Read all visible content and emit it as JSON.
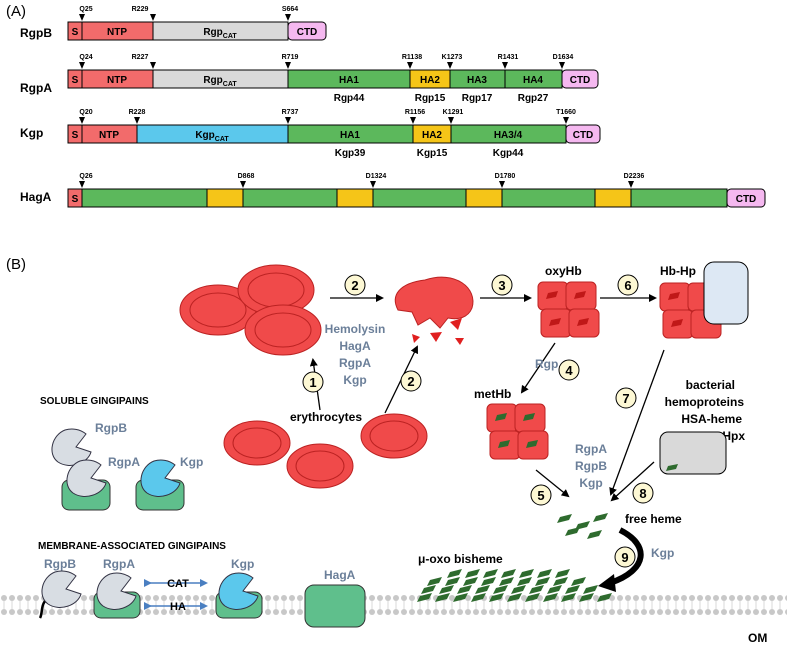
{
  "panel_a": {
    "label": "(A)",
    "proteins": [
      {
        "name": "RgpB",
        "sites": [
          "Q25",
          "R229",
          "S664"
        ],
        "domains": [
          "S",
          "NTP",
          "Rgp",
          "CTD"
        ],
        "cat_subscript": "CAT",
        "sublabels": []
      },
      {
        "name": "RgpA",
        "sites": [
          "Q24",
          "R227",
          "R719",
          "R1138",
          "K1273",
          "R1431",
          "D1634"
        ],
        "domains": [
          "S",
          "NTP",
          "Rgp",
          "HA1",
          "HA2",
          "HA3",
          "HA4",
          "CTD"
        ],
        "cat_subscript": "CAT",
        "sublabels": [
          "Rgp44",
          "Rgp15",
          "Rgp17",
          "Rgp27"
        ]
      },
      {
        "name": "Kgp",
        "sites": [
          "Q20",
          "R228",
          "R737",
          "R1156",
          "K1291",
          "T1660"
        ],
        "domains": [
          "S",
          "NTP",
          "Kgp",
          "HA1",
          "HA2",
          "HA3/4",
          "CTD"
        ],
        "cat_subscript": "CAT",
        "sublabels": [
          "Kgp39",
          "Kgp15",
          "Kgp44"
        ]
      },
      {
        "name": "HagA",
        "sites": [
          "Q26",
          "D868",
          "D1324",
          "D1780",
          "D2236"
        ],
        "domains": [
          "S",
          "CTD"
        ],
        "sublabels": []
      }
    ]
  },
  "panel_b": {
    "label": "(B)",
    "steps": [
      "1",
      "2",
      "2",
      "3",
      "4",
      "5",
      "6",
      "7",
      "8",
      "9"
    ],
    "labels": {
      "erythrocytes": "erythrocytes",
      "hemolysins": [
        "Hemolysin",
        "HagA",
        "RgpA",
        "Kgp"
      ],
      "oxyhb": "oxyHb",
      "hbhp": "Hb-Hp",
      "methb": "metHb",
      "rgp_step4": "Rgp",
      "bacterial": [
        "bacterial",
        "hemoproteins",
        "HSA-heme",
        "Hpx"
      ],
      "step7_enzymes": [
        "RgpA",
        "RgpB",
        "Kgp"
      ],
      "free_heme": "free heme",
      "kgp_step9": "Kgp",
      "mu_oxo": "μ-oxo bisheme",
      "soluble_title": "SOLUBLE GINGIPAINS",
      "soluble_enzymes": [
        "RgpB",
        "RgpA",
        "Kgp"
      ],
      "membrane_title": "MEMBRANE-ASSOCIATED GINGIPAINS",
      "membrane_enzymes": [
        "RgpB",
        "RgpA",
        "Kgp",
        "HagA"
      ],
      "cat": "CAT",
      "ha": "HA",
      "om": "OM"
    }
  },
  "colors": {
    "ntp": "#f26b6b",
    "cat_gray": "#d9d9d9",
    "cat_blue": "#5bc8ec",
    "ha_green": "#5cb85c",
    "ha2_yellow": "#f5c518",
    "ctd_pink": "#f5b8f0",
    "rbc": "#f04a4a",
    "enzyme_gray": "#d8dde3",
    "enzyme_blue": "#5bc8ec",
    "enzyme_green": "#5fbf8c",
    "membrane": "#d8d8d8",
    "step_fill": "#fdf8d4",
    "label_gray": "#6b7f99"
  }
}
